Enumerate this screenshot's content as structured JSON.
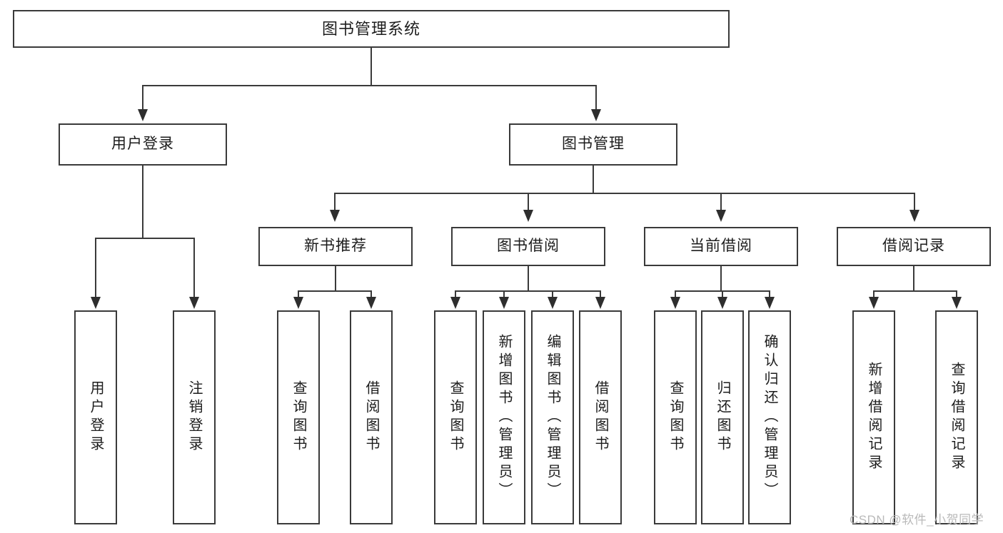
{
  "diagram": {
    "type": "tree-hierarchy-chart",
    "title": "图书管理系统",
    "colors": {
      "box_border": "#3a3a3a",
      "connector": "#3a3a3a",
      "text": "#1c1c1c",
      "background": "#ffffff",
      "watermark": "#b9b9b9"
    },
    "levels": {
      "root": {
        "label": "图书管理系统"
      },
      "level2": [
        {
          "id": "user-login",
          "label": "用户登录"
        },
        {
          "id": "book-management",
          "label": "图书管理"
        }
      ],
      "level3": [
        {
          "id": "new-book-recommend",
          "label": "新书推荐",
          "parent": "book-management"
        },
        {
          "id": "book-borrow",
          "label": "图书借阅",
          "parent": "book-management"
        },
        {
          "id": "current-borrow",
          "label": "当前借阅",
          "parent": "book-management"
        },
        {
          "id": "borrow-record",
          "label": "借阅记录",
          "parent": "book-management"
        }
      ],
      "leaves": [
        {
          "id": "leaf-user-login",
          "label": "用户登录",
          "parent": "user-login"
        },
        {
          "id": "leaf-user-logout",
          "label": "注销登录",
          "parent": "user-login"
        },
        {
          "id": "leaf-query-book-1",
          "label": "查询图书",
          "parent": "new-book-recommend"
        },
        {
          "id": "leaf-borrow-book-1",
          "label": "借阅图书",
          "parent": "new-book-recommend"
        },
        {
          "id": "leaf-query-book-2",
          "label": "查询图书",
          "parent": "book-borrow"
        },
        {
          "id": "leaf-add-book",
          "label": "新增图书（管理员）",
          "parent": "book-borrow"
        },
        {
          "id": "leaf-edit-book",
          "label": "编辑图书（管理员）",
          "parent": "book-borrow"
        },
        {
          "id": "leaf-borrow-book-2",
          "label": "借阅图书",
          "parent": "book-borrow"
        },
        {
          "id": "leaf-query-book-3",
          "label": "查询图书",
          "parent": "current-borrow"
        },
        {
          "id": "leaf-return-book",
          "label": "归还图书",
          "parent": "current-borrow"
        },
        {
          "id": "leaf-confirm-return",
          "label": "确认归还（管理员）",
          "parent": "current-borrow"
        },
        {
          "id": "leaf-add-record",
          "label": "新增借阅记录",
          "parent": "borrow-record"
        },
        {
          "id": "leaf-query-record",
          "label": "查询借阅记录",
          "parent": "borrow-record"
        }
      ]
    },
    "watermark": "CSDN @软件_小贺同学"
  }
}
